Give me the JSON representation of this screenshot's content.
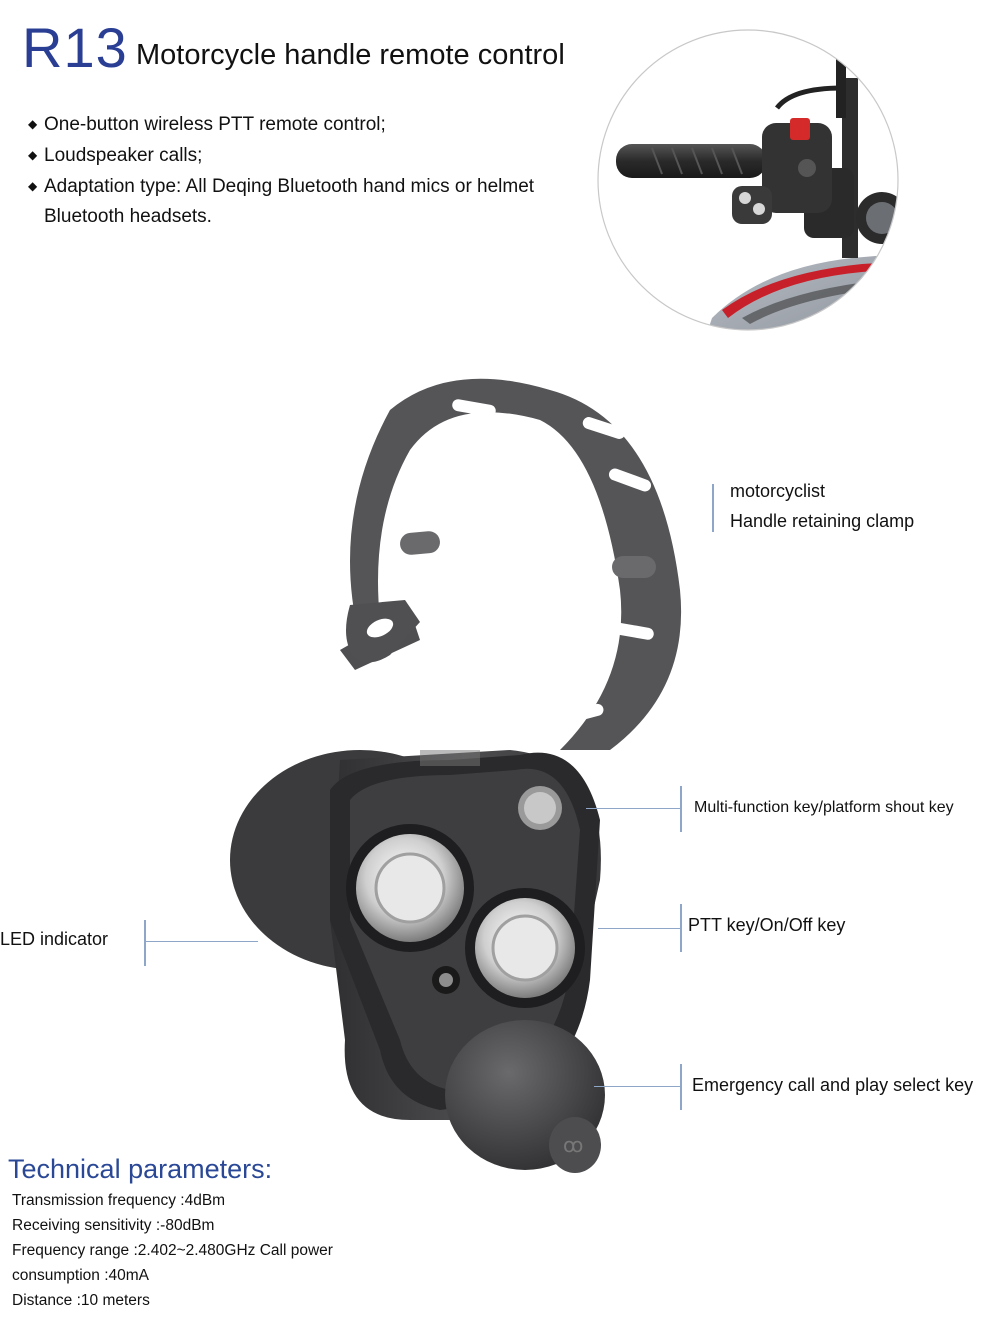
{
  "header": {
    "model": "R13",
    "title": "Motorcycle handle remote control"
  },
  "features": [
    "One-button wireless PTT remote control;",
    "Loudspeaker calls;",
    "Adaptation type: All Deqing Bluetooth hand mics or helmet"
  ],
  "features_continuation": "Bluetooth headsets.",
  "callouts": {
    "clamp_line1": "motorcyclist",
    "clamp_line2": "Handle retaining clamp",
    "multifunction": "Multi-function key/platform shout key",
    "ptt": "PTT key/On/Off key",
    "led": "LED indicator",
    "emergency": "Emergency call and play select key"
  },
  "tech": {
    "heading": "Technical parameters:",
    "lines": [
      "Transmission frequency :4dBm",
      "Receiving sensitivity :-80dBm",
      "Frequency range :2.402~2.480GHz Call power",
      "consumption :40mA",
      "Distance :10 meters"
    ]
  },
  "colors": {
    "accent_blue": "#2a3f94",
    "leader_line": "#8ea7c8",
    "device_body": "#4a4a4c",
    "chrome": "#d8d8d8",
    "red_button": "#d42a2a"
  }
}
